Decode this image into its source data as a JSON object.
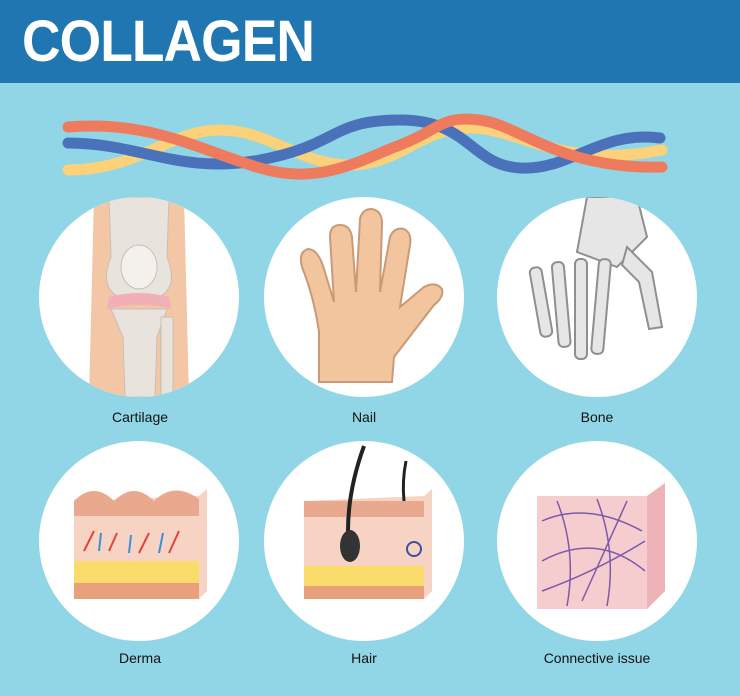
{
  "header": {
    "title": "COLLAGEN"
  },
  "colors": {
    "header": "#1f76b0",
    "background": "#90d6e6",
    "strand_red": "#ef7b5e",
    "strand_blue": "#4a72bb",
    "strand_yellow": "#fbd17a"
  },
  "items": [
    {
      "label": "Cartilage",
      "icon": "knee-joint-icon"
    },
    {
      "label": "Nail",
      "icon": "hand-icon"
    },
    {
      "label": "Bone",
      "icon": "hand-bones-icon"
    },
    {
      "label": "Derma",
      "icon": "skin-layers-icon"
    },
    {
      "label": "Hair",
      "icon": "hair-follicle-icon"
    },
    {
      "label": "Connective issue",
      "icon": "connective-tissue-icon"
    }
  ]
}
